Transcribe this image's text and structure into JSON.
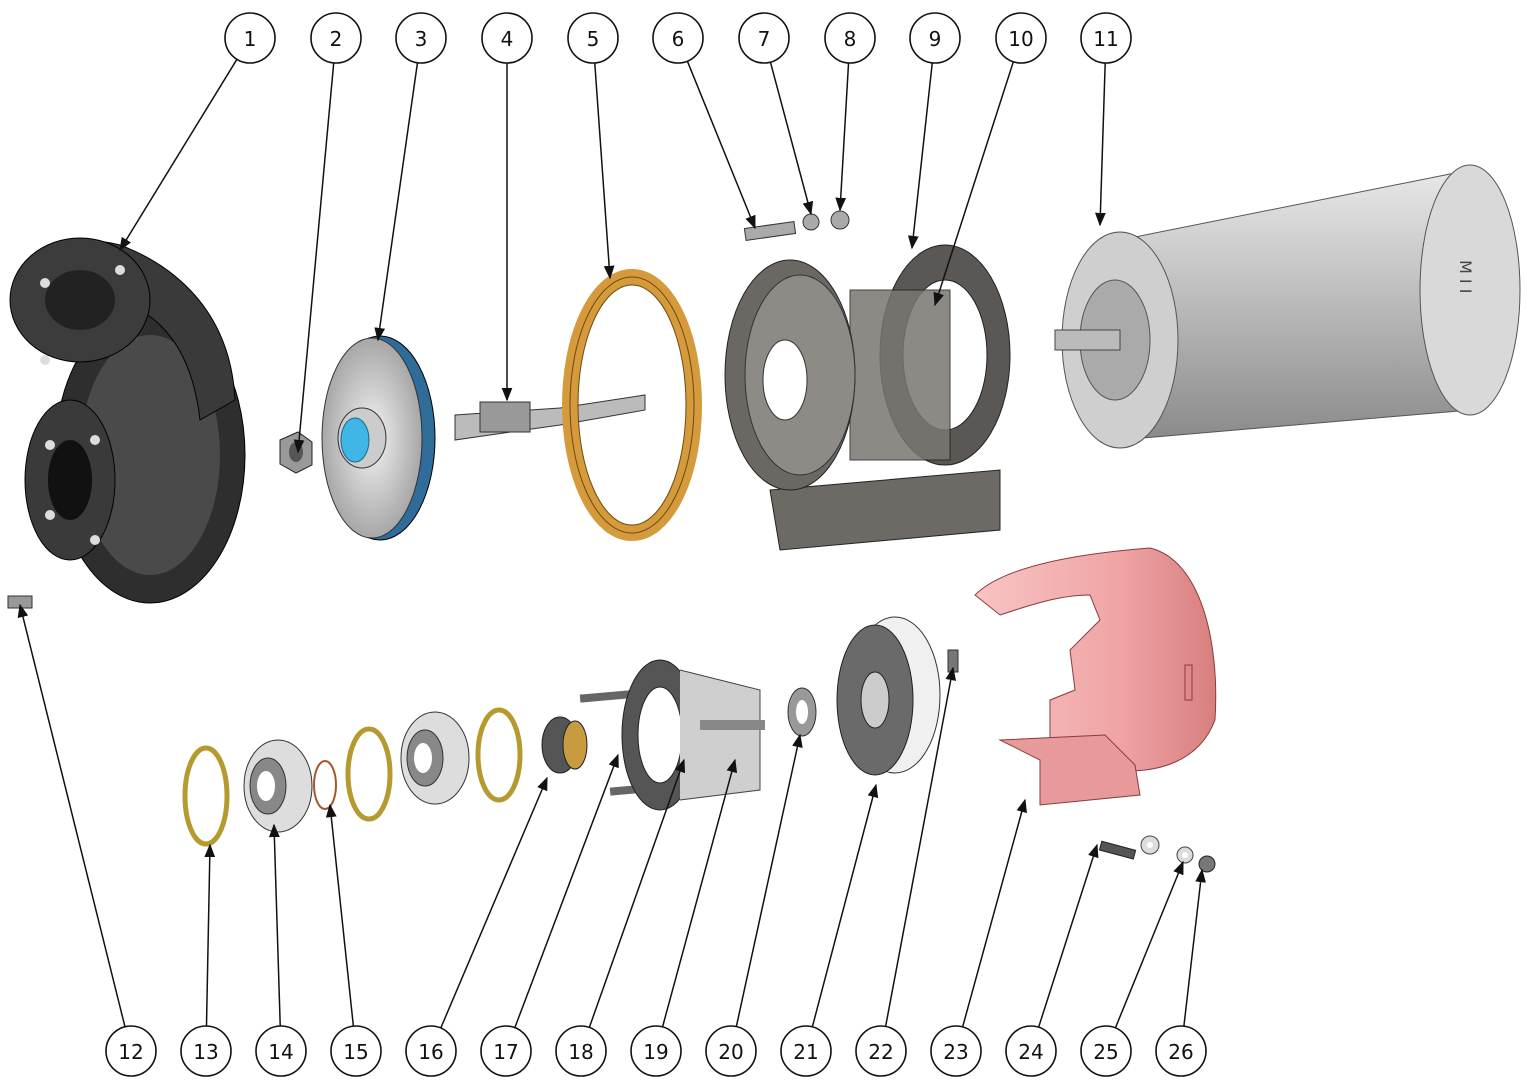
{
  "diagram": {
    "type": "exploded-assembly",
    "colors": {
      "casing": "#3c3c3c",
      "metal": "#b9b9b9",
      "gasket": "#d49a3c",
      "guard": "#f2a8a8",
      "seal_blue": "#3fb6e6"
    },
    "balloons": [
      "1",
      "2",
      "3",
      "4",
      "5",
      "6",
      "7",
      "8",
      "9",
      "10",
      "11",
      "12",
      "13",
      "14",
      "15",
      "16",
      "17",
      "18",
      "19",
      "20",
      "21",
      "22",
      "23",
      "24",
      "25",
      "26"
    ],
    "motor_label": "M I I"
  }
}
